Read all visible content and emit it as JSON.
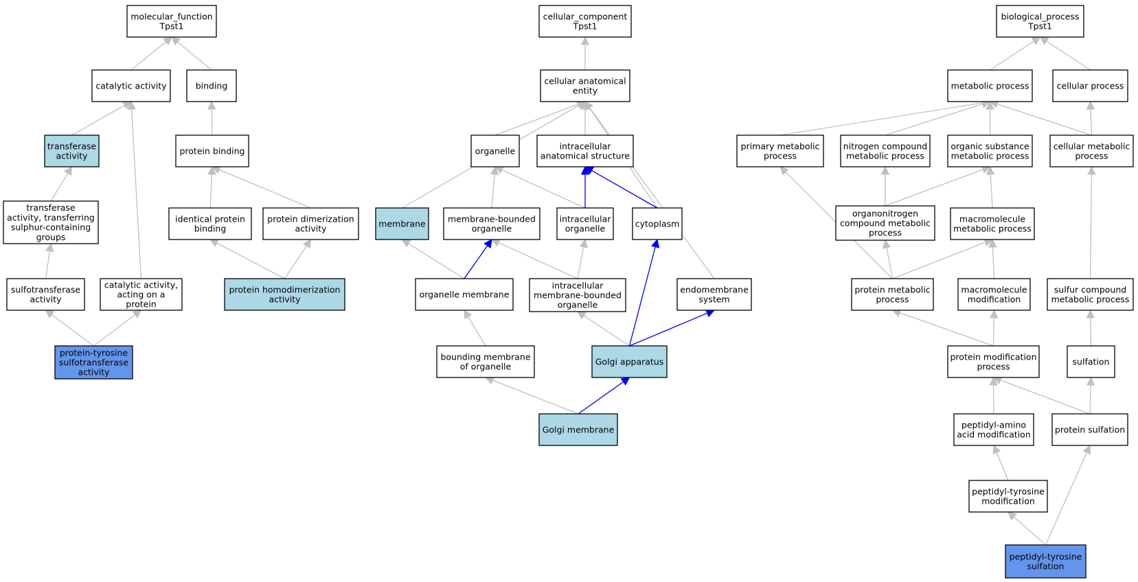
{
  "colors": {
    "default_fill": "#ffffff",
    "highlight_fill": "#add8e6",
    "query_fill": "#6495ed",
    "edge_gray": "#c0c0c0",
    "edge_blue": "#0000ff"
  },
  "nodes": {
    "mf_root": {
      "lines": [
        "molecular_function",
        "Tpst1"
      ],
      "style": "default"
    },
    "catalytic": {
      "lines": [
        "catalytic activity"
      ],
      "style": "default"
    },
    "binding": {
      "lines": [
        "binding"
      ],
      "style": "default"
    },
    "transferase": {
      "lines": [
        "transferase",
        "activity"
      ],
      "style": "highlight"
    },
    "protein_binding": {
      "lines": [
        "protein binding"
      ],
      "style": "default"
    },
    "transferase_sulfur": {
      "lines": [
        "transferase",
        "activity, transferring",
        "sulphur-containing",
        "groups"
      ],
      "style": "default"
    },
    "identical_binding": {
      "lines": [
        "identical protein",
        "binding"
      ],
      "style": "default"
    },
    "dimerization": {
      "lines": [
        "protein dimerization",
        "activity"
      ],
      "style": "default"
    },
    "sulfotransferase": {
      "lines": [
        "sulfotransferase",
        "activity"
      ],
      "style": "default"
    },
    "catalytic_protein": {
      "lines": [
        "catalytic activity,",
        "acting on a",
        "protein"
      ],
      "style": "default"
    },
    "homodimerization": {
      "lines": [
        "protein homodimerization",
        "activity"
      ],
      "style": "highlight"
    },
    "pts_activity": {
      "lines": [
        "protein-tyrosine",
        "sulfotransferase",
        "activity"
      ],
      "style": "query"
    },
    "cc_root": {
      "lines": [
        "cellular_component",
        "Tpst1"
      ],
      "style": "default"
    },
    "cae": {
      "lines": [
        "cellular anatomical",
        "entity"
      ],
      "style": "default"
    },
    "organelle": {
      "lines": [
        "organelle"
      ],
      "style": "default"
    },
    "ias": {
      "lines": [
        "intracellular",
        "anatomical structure"
      ],
      "style": "default"
    },
    "membrane": {
      "lines": [
        "membrane"
      ],
      "style": "highlight"
    },
    "mbo": {
      "lines": [
        "membrane-bounded",
        "organelle"
      ],
      "style": "default"
    },
    "intra_org": {
      "lines": [
        "intracellular",
        "organelle"
      ],
      "style": "default"
    },
    "cytoplasm": {
      "lines": [
        "cytoplasm"
      ],
      "style": "default"
    },
    "org_membrane": {
      "lines": [
        "organelle membrane"
      ],
      "style": "default"
    },
    "imbo": {
      "lines": [
        "intracellular",
        "membrane-bounded",
        "organelle"
      ],
      "style": "default"
    },
    "endomembrane": {
      "lines": [
        "endomembrane",
        "system"
      ],
      "style": "default"
    },
    "bounding": {
      "lines": [
        "bounding membrane",
        "of organelle"
      ],
      "style": "default"
    },
    "golgi": {
      "lines": [
        "Golgi apparatus"
      ],
      "style": "highlight"
    },
    "golgi_membrane": {
      "lines": [
        "Golgi membrane"
      ],
      "style": "highlight"
    },
    "bp_root": {
      "lines": [
        "biological_process",
        "Tpst1"
      ],
      "style": "default"
    },
    "metabolic": {
      "lines": [
        "metabolic process"
      ],
      "style": "default"
    },
    "cellular_process": {
      "lines": [
        "cellular process"
      ],
      "style": "default"
    },
    "primary_met": {
      "lines": [
        "primary metabolic",
        "process"
      ],
      "style": "default"
    },
    "nitrogen_met": {
      "lines": [
        "nitrogen compound",
        "metabolic process"
      ],
      "style": "default"
    },
    "organic_met": {
      "lines": [
        "organic substance",
        "metabolic process"
      ],
      "style": "default"
    },
    "cellular_met": {
      "lines": [
        "cellular metabolic",
        "process"
      ],
      "style": "default"
    },
    "organonitrogen": {
      "lines": [
        "organonitrogen",
        "compound metabolic",
        "process"
      ],
      "style": "default"
    },
    "macro_met": {
      "lines": [
        "macromolecule",
        "metabolic process"
      ],
      "style": "default"
    },
    "protein_met": {
      "lines": [
        "protein metabolic",
        "process"
      ],
      "style": "default"
    },
    "macro_mod": {
      "lines": [
        "macromolecule",
        "modification"
      ],
      "style": "default"
    },
    "sulfur_met": {
      "lines": [
        "sulfur compound",
        "metabolic process"
      ],
      "style": "default"
    },
    "protein_mod": {
      "lines": [
        "protein modification",
        "process"
      ],
      "style": "default"
    },
    "sulfation": {
      "lines": [
        "sulfation"
      ],
      "style": "default"
    },
    "peptidyl_amino": {
      "lines": [
        "peptidyl-amino",
        "acid modification"
      ],
      "style": "default"
    },
    "protein_sulfation": {
      "lines": [
        "protein sulfation"
      ],
      "style": "default"
    },
    "peptidyl_tyr_mod": {
      "lines": [
        "peptidyl-tyrosine",
        "modification"
      ],
      "style": "default"
    },
    "peptidyl_tyr_sulf": {
      "lines": [
        "peptidyl-tyrosine",
        "sulfation"
      ],
      "style": "query"
    }
  },
  "edges": [
    {
      "from": "catalytic",
      "to": "mf_root",
      "color": "gray"
    },
    {
      "from": "binding",
      "to": "mf_root",
      "color": "gray"
    },
    {
      "from": "transferase",
      "to": "catalytic",
      "color": "gray"
    },
    {
      "from": "catalytic_protein",
      "to": "catalytic",
      "color": "gray"
    },
    {
      "from": "protein_binding",
      "to": "binding",
      "color": "gray"
    },
    {
      "from": "transferase_sulfur",
      "to": "transferase",
      "color": "gray"
    },
    {
      "from": "sulfotransferase",
      "to": "transferase_sulfur",
      "color": "gray"
    },
    {
      "from": "identical_binding",
      "to": "protein_binding",
      "color": "gray"
    },
    {
      "from": "dimerization",
      "to": "protein_binding",
      "color": "gray"
    },
    {
      "from": "homodimerization",
      "to": "identical_binding",
      "color": "gray"
    },
    {
      "from": "homodimerization",
      "to": "dimerization",
      "color": "gray"
    },
    {
      "from": "pts_activity",
      "to": "sulfotransferase",
      "color": "gray"
    },
    {
      "from": "pts_activity",
      "to": "catalytic_protein",
      "color": "gray"
    },
    {
      "from": "cae",
      "to": "cc_root",
      "color": "gray"
    },
    {
      "from": "membrane",
      "to": "cae",
      "color": "gray"
    },
    {
      "from": "organelle",
      "to": "cae",
      "color": "gray"
    },
    {
      "from": "ias",
      "to": "cae",
      "color": "gray"
    },
    {
      "from": "cytoplasm",
      "to": "cae",
      "color": "gray"
    },
    {
      "from": "endomembrane",
      "to": "cae",
      "color": "gray"
    },
    {
      "from": "mbo",
      "to": "organelle",
      "color": "gray"
    },
    {
      "from": "intra_org",
      "to": "organelle",
      "color": "gray"
    },
    {
      "from": "intra_org",
      "to": "ias",
      "color": "blue"
    },
    {
      "from": "cytoplasm",
      "to": "ias",
      "color": "blue"
    },
    {
      "from": "org_membrane",
      "to": "membrane",
      "color": "gray"
    },
    {
      "from": "org_membrane",
      "to": "mbo",
      "color": "blue"
    },
    {
      "from": "imbo",
      "to": "mbo",
      "color": "gray"
    },
    {
      "from": "imbo",
      "to": "intra_org",
      "color": "gray"
    },
    {
      "from": "bounding",
      "to": "org_membrane",
      "color": "gray"
    },
    {
      "from": "golgi",
      "to": "imbo",
      "color": "gray"
    },
    {
      "from": "golgi",
      "to": "cytoplasm",
      "color": "blue"
    },
    {
      "from": "golgi",
      "to": "endomembrane",
      "color": "blue"
    },
    {
      "from": "golgi_membrane",
      "to": "bounding",
      "color": "gray"
    },
    {
      "from": "golgi_membrane",
      "to": "golgi",
      "color": "blue"
    },
    {
      "from": "metabolic",
      "to": "bp_root",
      "color": "gray"
    },
    {
      "from": "cellular_process",
      "to": "bp_root",
      "color": "gray"
    },
    {
      "from": "primary_met",
      "to": "metabolic",
      "color": "gray"
    },
    {
      "from": "nitrogen_met",
      "to": "metabolic",
      "color": "gray"
    },
    {
      "from": "organic_met",
      "to": "metabolic",
      "color": "gray"
    },
    {
      "from": "cellular_met",
      "to": "metabolic",
      "color": "gray"
    },
    {
      "from": "cellular_met",
      "to": "cellular_process",
      "color": "gray"
    },
    {
      "from": "organonitrogen",
      "to": "nitrogen_met",
      "color": "gray"
    },
    {
      "from": "organonitrogen",
      "to": "organic_met",
      "color": "gray"
    },
    {
      "from": "macro_met",
      "to": "organic_met",
      "color": "gray"
    },
    {
      "from": "protein_met",
      "to": "primary_met",
      "color": "gray"
    },
    {
      "from": "protein_met",
      "to": "organonitrogen",
      "color": "gray"
    },
    {
      "from": "protein_met",
      "to": "macro_met",
      "color": "gray"
    },
    {
      "from": "macro_mod",
      "to": "macro_met",
      "color": "gray"
    },
    {
      "from": "sulfur_met",
      "to": "cellular_met",
      "color": "gray"
    },
    {
      "from": "protein_mod",
      "to": "protein_met",
      "color": "gray"
    },
    {
      "from": "protein_mod",
      "to": "macro_mod",
      "color": "gray"
    },
    {
      "from": "sulfation",
      "to": "sulfur_met",
      "color": "gray"
    },
    {
      "from": "peptidyl_amino",
      "to": "protein_mod",
      "color": "gray"
    },
    {
      "from": "protein_sulfation",
      "to": "protein_mod",
      "color": "gray"
    },
    {
      "from": "protein_sulfation",
      "to": "sulfation",
      "color": "gray"
    },
    {
      "from": "peptidyl_tyr_mod",
      "to": "peptidyl_amino",
      "color": "gray"
    },
    {
      "from": "peptidyl_tyr_sulf",
      "to": "peptidyl_tyr_mod",
      "color": "gray"
    },
    {
      "from": "peptidyl_tyr_sulf",
      "to": "protein_sulfation",
      "color": "gray"
    }
  ]
}
